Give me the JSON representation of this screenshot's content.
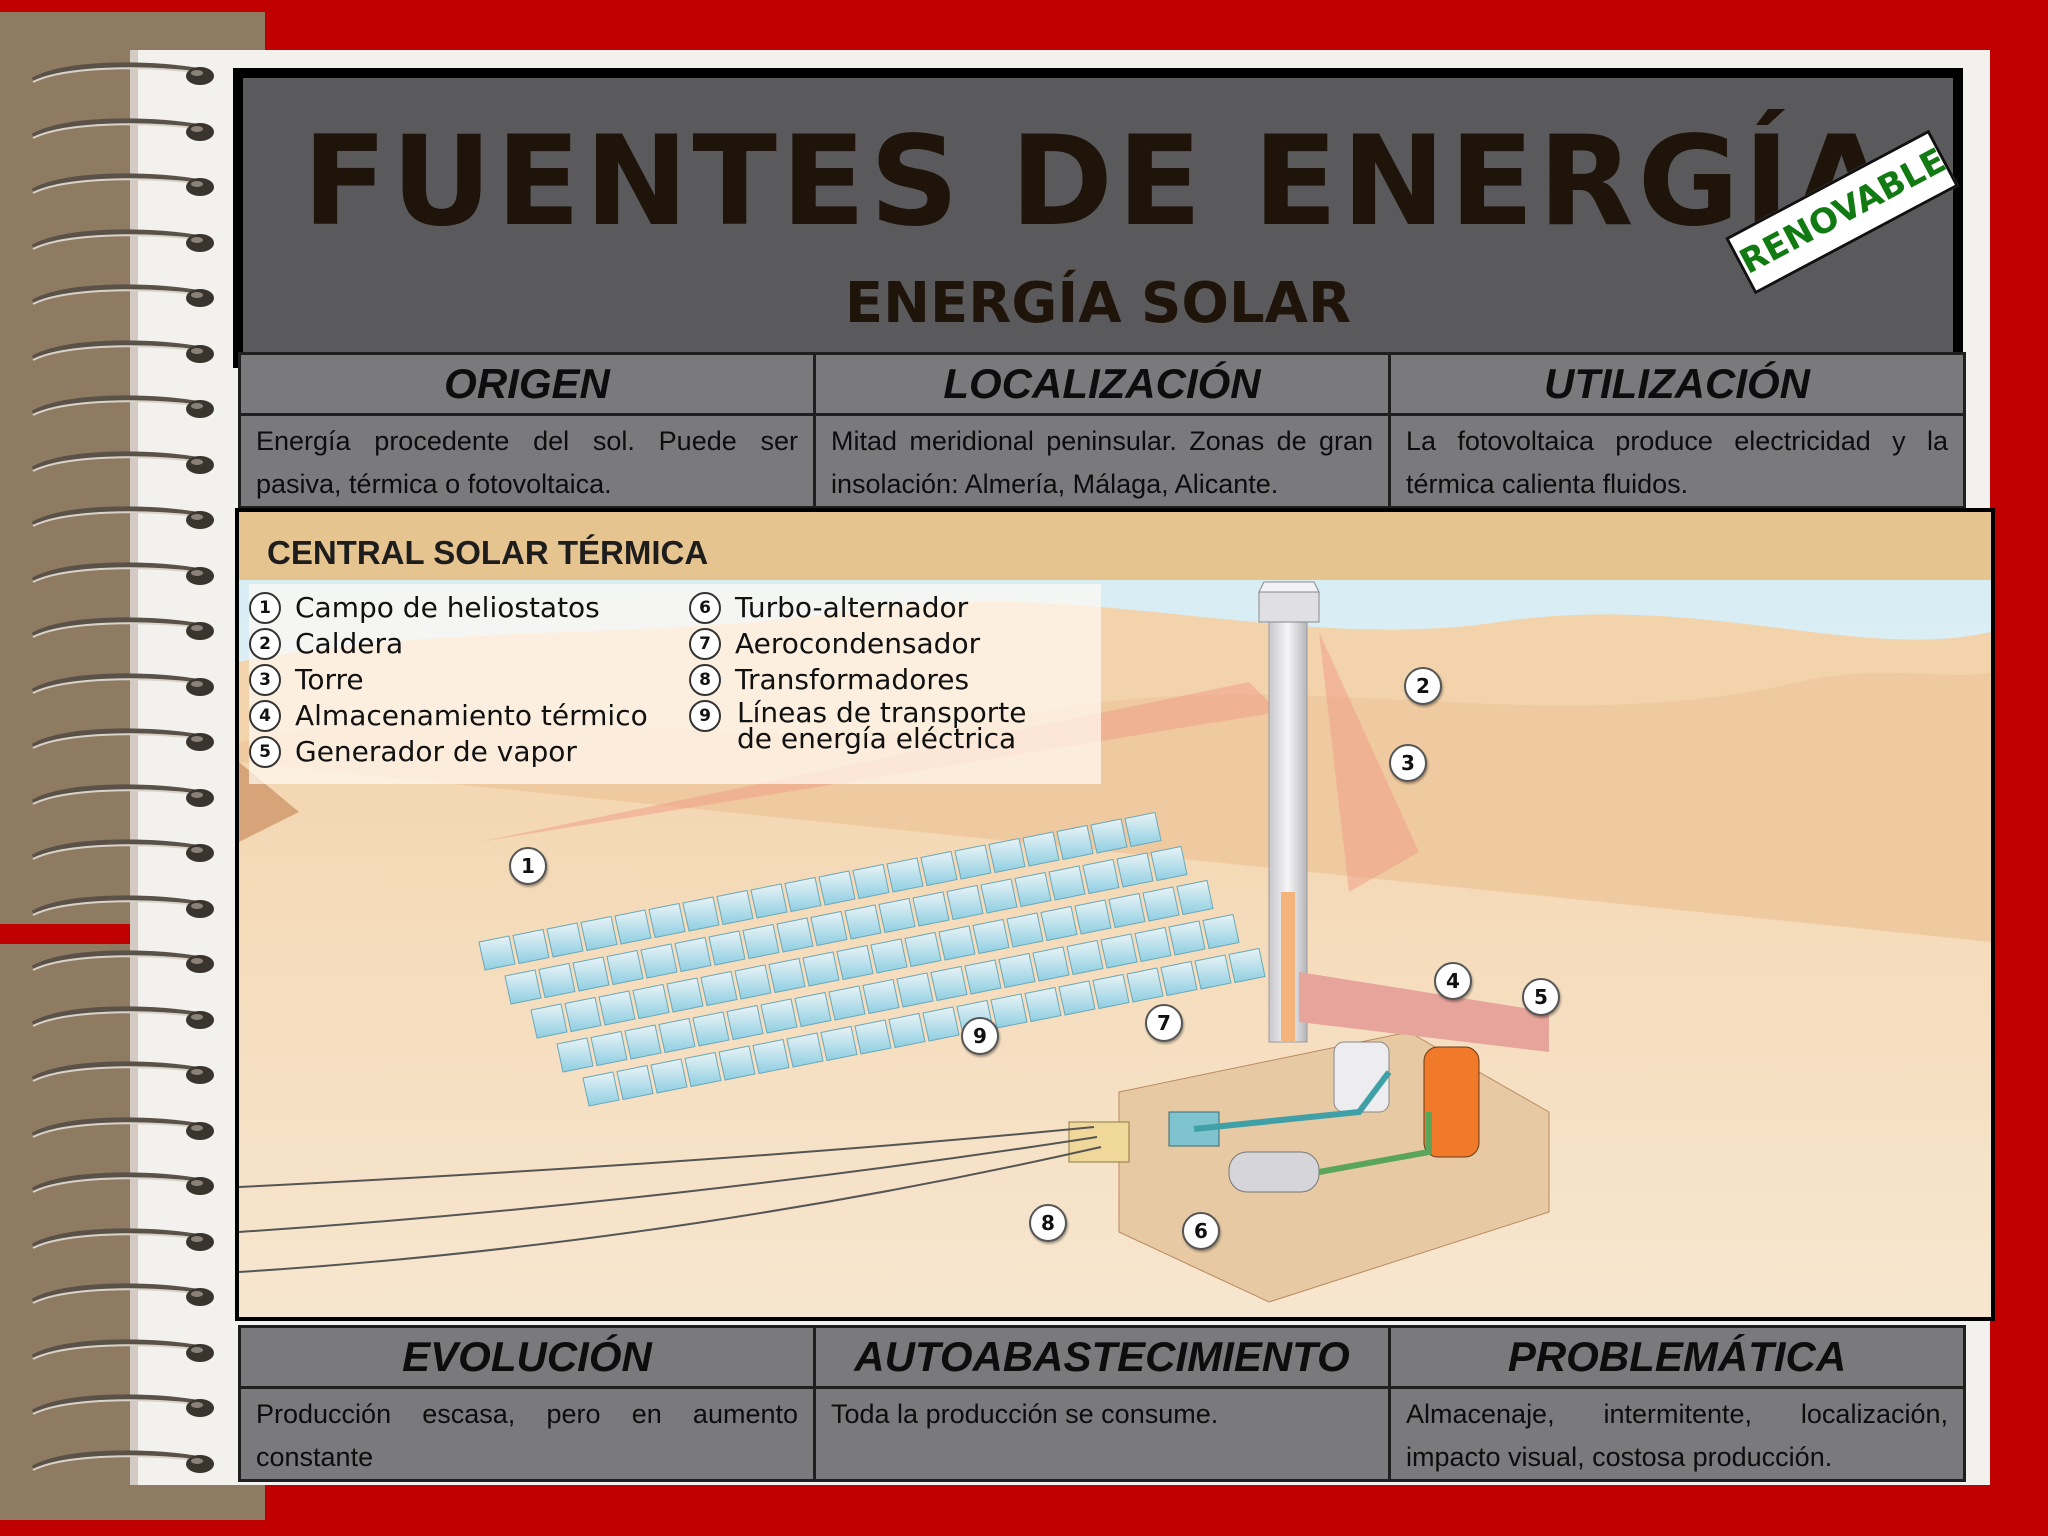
{
  "title": "FUENTES DE ENERGÍA",
  "subtitle": "ENERGÍA SOLAR",
  "badge": "RENOVABLE",
  "top_table": [
    {
      "heading": "ORIGEN",
      "text": "Energía procedente del sol. Puede ser pasiva,  térmica o fotovoltaica."
    },
    {
      "heading": "LOCALIZACIÓN",
      "text": "Mitad meridional peninsular. Zonas de gran insolación: Almería, Málaga, Alicante."
    },
    {
      "heading": "UTILIZACIÓN",
      "text": "La fotovoltaica produce  electricidad y la térmica calienta fluidos."
    }
  ],
  "diagram": {
    "title": "CENTRAL SOLAR TÉRMICA",
    "legend": [
      {
        "num": "1",
        "label": "Campo de heliostatos"
      },
      {
        "num": "2",
        "label": "Caldera"
      },
      {
        "num": "3",
        "label": "Torre"
      },
      {
        "num": "4",
        "label": "Almacenamiento térmico"
      },
      {
        "num": "5",
        "label": "Generador de vapor"
      },
      {
        "num": "6",
        "label": "Turbo-alternador"
      },
      {
        "num": "7",
        "label": "Aerocondensador"
      },
      {
        "num": "8",
        "label": "Transformadores"
      },
      {
        "num": "9",
        "label": "Líneas de transporte de energía eléctrica"
      }
    ]
  },
  "bottom_table": [
    {
      "heading": "EVOLUCIÓN",
      "text": "Producción escasa, pero en aumento constante"
    },
    {
      "heading": "AUTOABASTECIMIENTO",
      "text": "Toda la producción se consume."
    },
    {
      "heading": "PROBLEMÁTICA",
      "text": "Almacenaje, intermitente, localización, impacto visual, costosa producción."
    }
  ]
}
